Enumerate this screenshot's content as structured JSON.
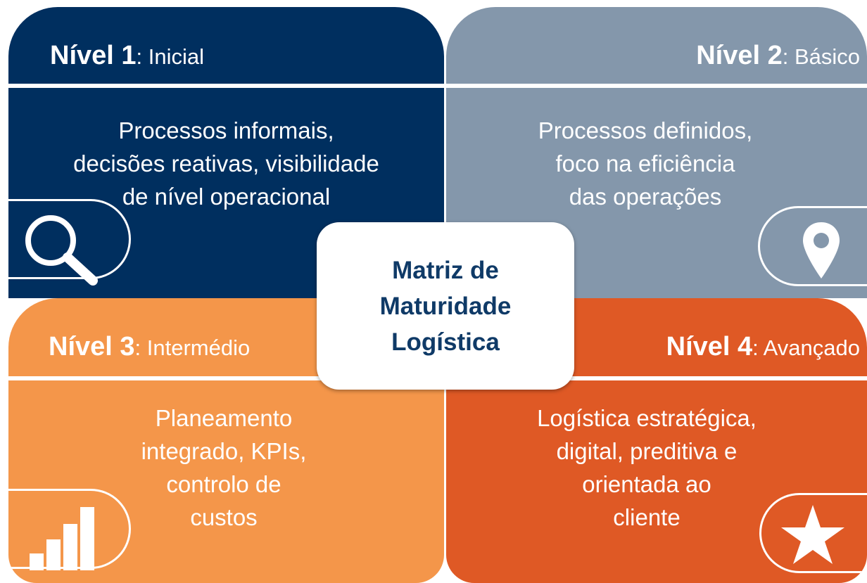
{
  "center": {
    "lines": [
      "Matriz de",
      "Maturidade",
      "Logística"
    ]
  },
  "quadrants": [
    {
      "level": "Nível 1",
      "name": ": Inicial",
      "description_lines": [
        "Processos informais,",
        "decisões reativas, visibilidade",
        "de nível operacional"
      ],
      "icon": "magnifier-icon",
      "color": "#002f5f"
    },
    {
      "level": "Nível 2",
      "name": ": Básico",
      "description_lines": [
        "Processos definidos,",
        "foco na eficiência",
        "das operações"
      ],
      "icon": "location-pin-icon",
      "color": "#8497ab"
    },
    {
      "level": "Nível 3",
      "name": ": Intermédio",
      "description_lines": [
        "Planeamento",
        "integrado, KPIs,",
        "controlo de",
        "custos"
      ],
      "icon": "bar-chart-icon",
      "color": "#f4964a"
    },
    {
      "level": "Nível 4",
      "name": ": Avançado",
      "description_lines": [
        "Logística estratégica,",
        "digital, preditiva e",
        "orientada ao",
        "cliente"
      ],
      "icon": "star-icon",
      "color": "#df5925"
    }
  ]
}
